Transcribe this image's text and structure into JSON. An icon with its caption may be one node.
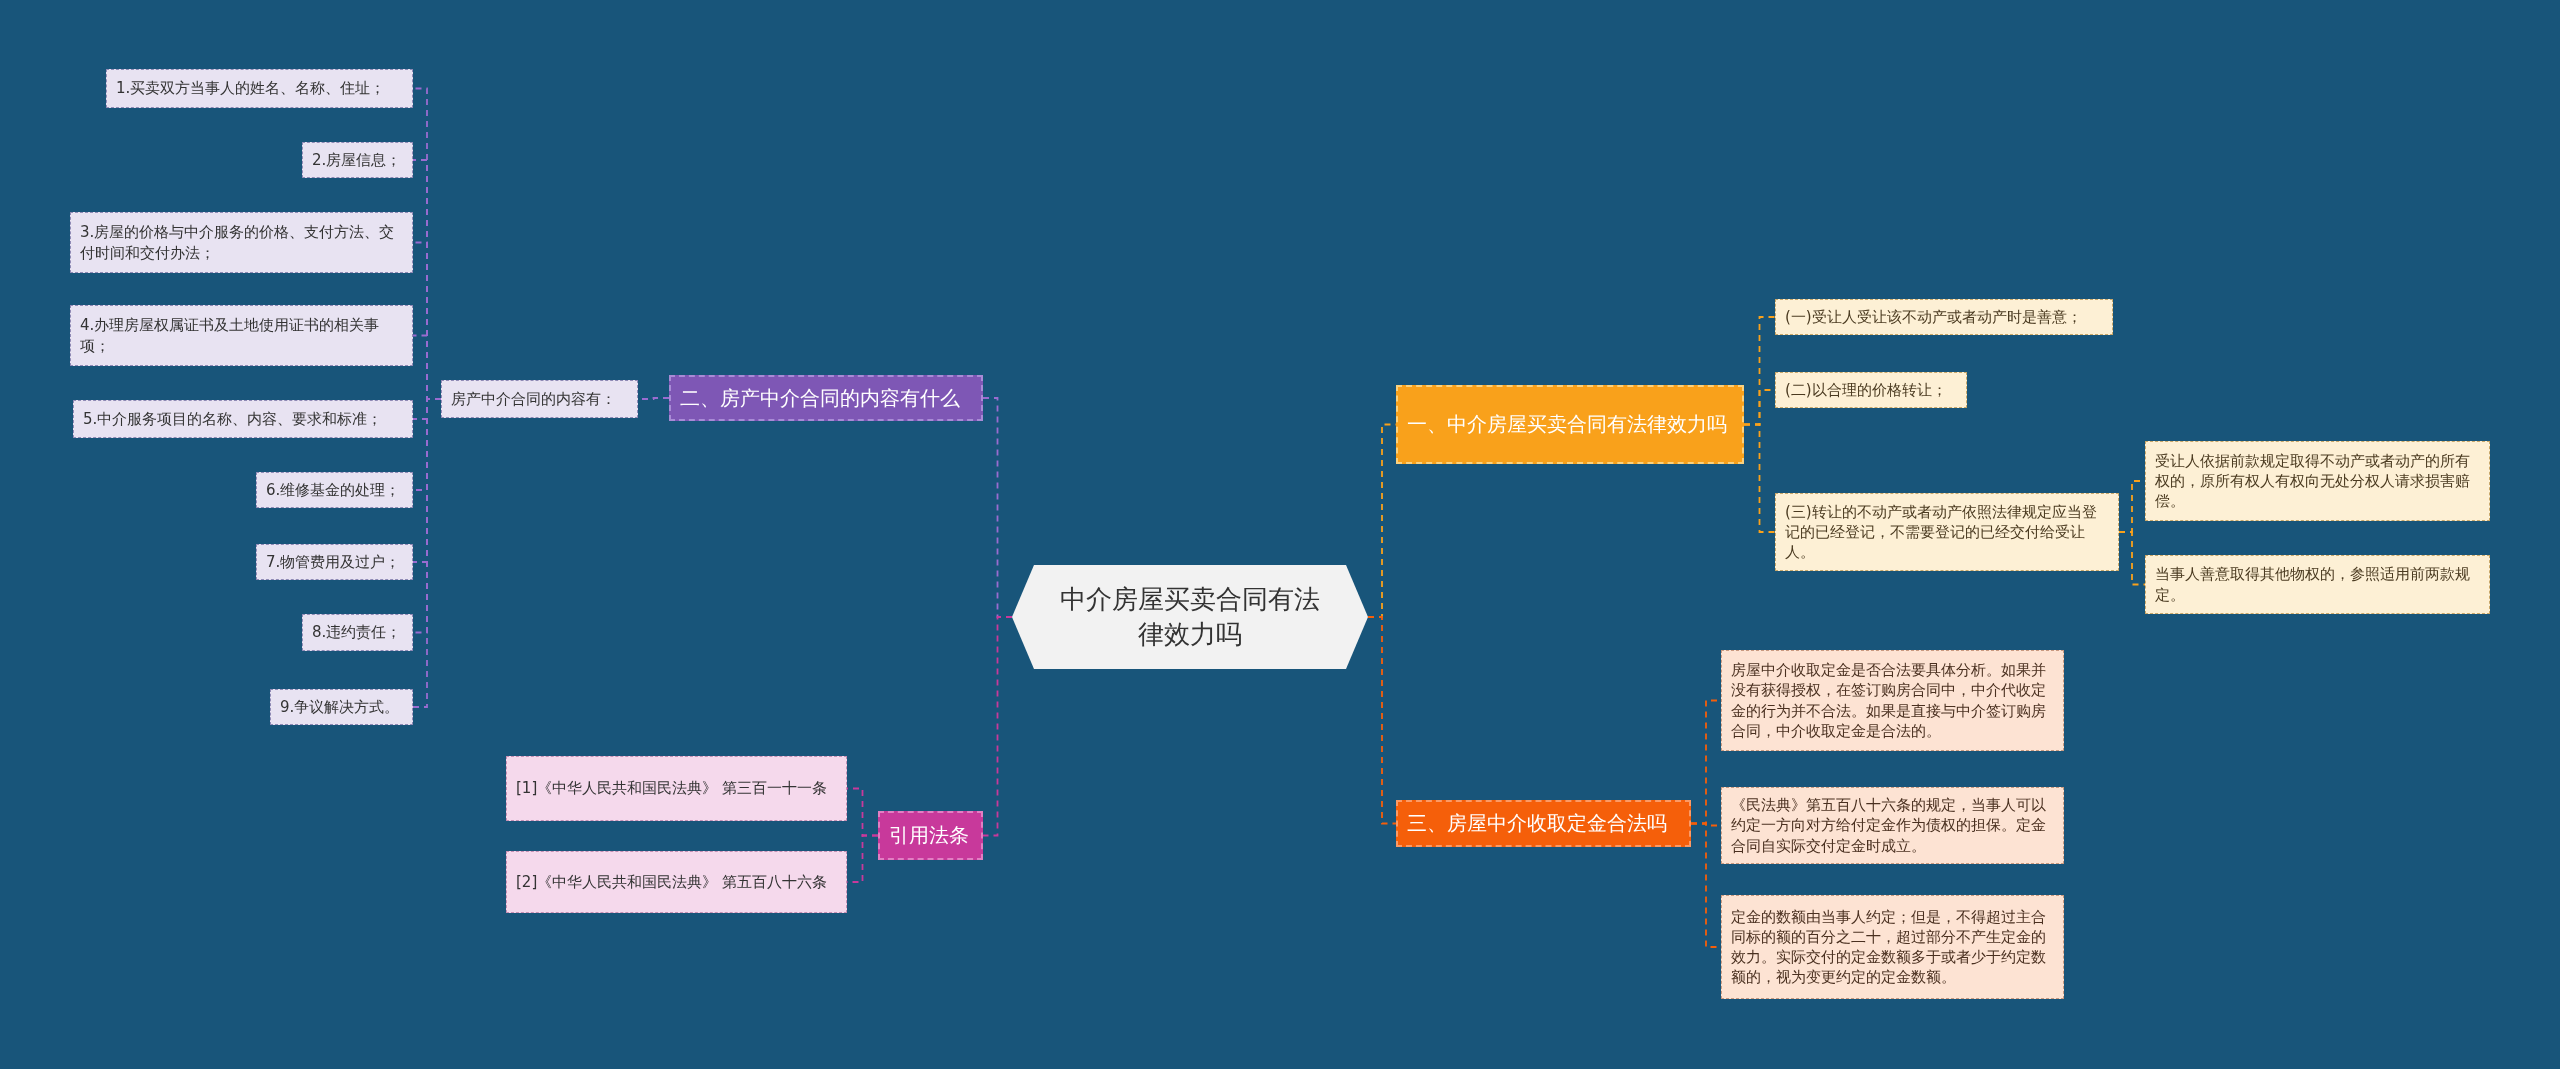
{
  "diagram": {
    "nodes": [
      {
        "text": [
          "中介房屋买卖合同有法律效力吗"
        ]
      },
      {
        "text": [
          "一、中介房屋买卖合同有法律效力吗"
        ]
      },
      {
        "text": [
          "(一)受让人受让该不动产或者动产时是善意；"
        ]
      },
      {
        "text": [
          "(二)以合理的价格转让；"
        ]
      },
      {
        "text": [
          "(三)转让的不动产或者动产依照法律规定应当登记的已经登记，不需要登记的已经交付给受让人。"
        ]
      },
      {
        "text": [
          "受让人依据前款规定取得不动产或者动产的所有权的，原所有权人有权向无处分权人请求损害赔偿。"
        ]
      },
      {
        "text": [
          "当事人善意取得其他物权的，参照适用前两款规定。"
        ]
      },
      {
        "text": [
          "三、房屋中介收取定金合法吗"
        ]
      },
      {
        "text": [
          "房屋中介收取定金是否合法要具体分析。如果并没有获得授权，在签订购房合同中，中介代收定金的行为并不合法。如果是直接与中介签订购房合同，中介收取定金是合法的。"
        ]
      },
      {
        "text": [
          "《民法典》第五百八十六条的规定，当事人可以约定一方向对方给付定金作为债权的担保。定金合同自实际交付定金时成立。"
        ]
      },
      {
        "text": [
          "定金的数额由当事人约定；但是，不得超过主合同标的额的百分之二十，超过部分不产生定金的效力。实际交付的定金数额多于或者少于约定数额的，视为变更约定的定金数额。"
        ]
      },
      {
        "text": [
          "二、房产中介合同的内容有什么"
        ]
      },
      {
        "text": [
          "房产中介合同的内容有："
        ]
      },
      {
        "text": [
          "1.买卖双方当事人的姓名、名称、住址；"
        ]
      },
      {
        "text": [
          "2.房屋信息；"
        ]
      },
      {
        "text": [
          "3.房屋的价格与中介服务的价格、支付方法、交付时间和交付办法；"
        ]
      },
      {
        "text": [
          "4.办理房屋权属证书及土地使用证书的相关事项；"
        ]
      },
      {
        "text": [
          "5.中介服务项目的名称、内容、要求和标准；"
        ]
      },
      {
        "text": [
          "6.维修基金的处理；"
        ]
      },
      {
        "text": [
          "7.物管费用及过户；"
        ]
      },
      {
        "text": [
          "8.违约责任；"
        ]
      },
      {
        "text": [
          "9.争议解决方式。"
        ]
      },
      {
        "text": [
          "引用法条"
        ]
      },
      {
        "text": [
          "[1]《中华人民共和国民法典》 第三百一十一条"
        ]
      },
      {
        "text": [
          "[2]《中华人民共和国民法典》 第五百八十六条"
        ]
      }
    ],
    "edges": [
      {
        "from": 0,
        "to": 1,
        "arrow": "none",
        "style": "dashed",
        "color": "#f9a11b"
      },
      {
        "from": 1,
        "to": 2,
        "arrow": "none",
        "style": "dashed",
        "color": "#f9a11b"
      },
      {
        "from": 1,
        "to": 3,
        "arrow": "none",
        "style": "dashed",
        "color": "#f9a11b"
      },
      {
        "from": 1,
        "to": 4,
        "arrow": "none",
        "style": "dashed",
        "color": "#f9a11b"
      },
      {
        "from": 4,
        "to": 5,
        "arrow": "none",
        "style": "dashed",
        "color": "#f9a11b"
      },
      {
        "from": 4,
        "to": 6,
        "arrow": "none",
        "style": "dashed",
        "color": "#f9a11b"
      },
      {
        "from": 0,
        "to": 7,
        "arrow": "none",
        "style": "dashed",
        "color": "#f55f0a"
      },
      {
        "from": 7,
        "to": 8,
        "arrow": "none",
        "style": "dashed",
        "color": "#f55f0a"
      },
      {
        "from": 7,
        "to": 9,
        "arrow": "none",
        "style": "dashed",
        "color": "#f55f0a"
      },
      {
        "from": 7,
        "to": 10,
        "arrow": "none",
        "style": "dashed",
        "color": "#f55f0a"
      },
      {
        "from": 0,
        "to": 11,
        "arrow": "none",
        "style": "dashed",
        "color": "#9a6cd0"
      },
      {
        "from": 11,
        "to": 12,
        "arrow": "none",
        "style": "dashed",
        "color": "#9a6cd0"
      },
      {
        "from": 12,
        "to": 13,
        "arrow": "none",
        "style": "dashed",
        "color": "#9a6cd0"
      },
      {
        "from": 12,
        "to": 14,
        "arrow": "none",
        "style": "dashed",
        "color": "#9a6cd0"
      },
      {
        "from": 12,
        "to": 15,
        "arrow": "none",
        "style": "dashed",
        "color": "#9a6cd0"
      },
      {
        "from": 12,
        "to": 16,
        "arrow": "none",
        "style": "dashed",
        "color": "#9a6cd0"
      },
      {
        "from": 12,
        "to": 17,
        "arrow": "none",
        "style": "dashed",
        "color": "#9a6cd0"
      },
      {
        "from": 12,
        "to": 18,
        "arrow": "none",
        "style": "dashed",
        "color": "#9a6cd0"
      },
      {
        "from": 12,
        "to": 19,
        "arrow": "none",
        "style": "dashed",
        "color": "#9a6cd0"
      },
      {
        "from": 12,
        "to": 20,
        "arrow": "none",
        "style": "dashed",
        "color": "#9a6cd0"
      },
      {
        "from": 12,
        "to": 21,
        "arrow": "none",
        "style": "dashed",
        "color": "#9a6cd0"
      },
      {
        "from": 0,
        "to": 22,
        "arrow": "none",
        "style": "dashed",
        "color": "#c8399b"
      },
      {
        "from": 22,
        "to": 23,
        "arrow": "none",
        "style": "dashed",
        "color": "#c8399b"
      },
      {
        "from": 22,
        "to": 24,
        "arrow": "none",
        "style": "dashed",
        "color": "#c8399b"
      }
    ]
  }
}
